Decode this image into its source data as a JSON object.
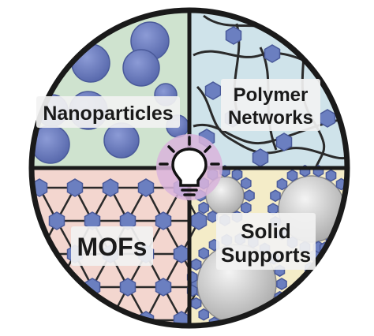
{
  "quadrants": {
    "nanoparticles": {
      "label": "Nanoparticles",
      "bg": "#cfe3cf"
    },
    "polymer": {
      "label_line1": "Polymer",
      "label_line2": "Networks",
      "bg": "#cfe3ea"
    },
    "mofs": {
      "label": "MOFs",
      "bg": "#f3d6cf"
    },
    "supports": {
      "label_line1": "Solid",
      "label_line2": "Supports",
      "bg": "#f4ecc8"
    }
  },
  "colors": {
    "outline": "#1a1a1a",
    "hexagon": "#6b7fc0",
    "hexagon_stroke": "#4a5a9a",
    "particle": "#6f80c4",
    "particle_stroke": "#4a5a9a",
    "bulb_halo": "#d9b4dc",
    "sphere": "#c8c8c8",
    "label_bg": "#f2f2f2"
  },
  "icons": {
    "center": "lightbulb-icon"
  }
}
